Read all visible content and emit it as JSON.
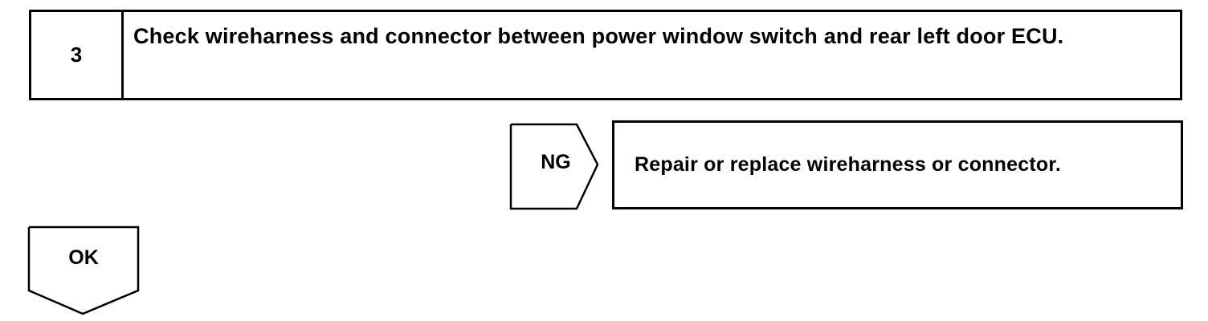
{
  "step": {
    "number": "3",
    "title": "Check wireharness and connector between power window switch and rear left door ECU."
  },
  "ng_branch": {
    "label": "NG",
    "action": "Repair or replace wireharness or connector."
  },
  "ok_branch": {
    "label": "OK"
  }
}
